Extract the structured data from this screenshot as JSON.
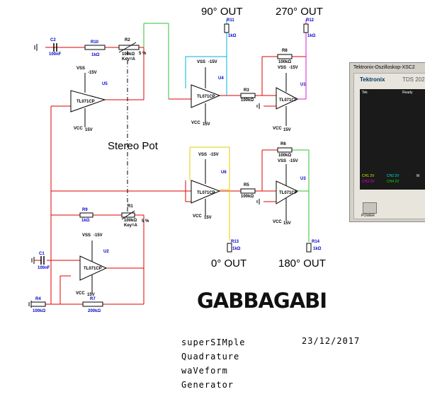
{
  "outputs": {
    "out90": "90° OUT",
    "out270": "270° OUT",
    "out0": "0° OUT",
    "out180": "180° OUT"
  },
  "stereo_pot": "Stereo Pot",
  "logo": "GABBAGABI",
  "date": "23/12/2017",
  "notes": [
    "superSIMple",
    "Quadrature",
    "waVeform",
    "Generator"
  ],
  "components": {
    "c2": {
      "name": "C2",
      "value": "100nF"
    },
    "r10": {
      "name": "R10",
      "value": "1kΩ"
    },
    "r2": {
      "name": "R2",
      "value": "100kΩ",
      "key": "Key=A",
      "pct": "5 %"
    },
    "r11": {
      "name": "R11",
      "value": "1kΩ"
    },
    "r12": {
      "name": "R12",
      "value": "1kΩ"
    },
    "r8": {
      "name": "R8",
      "value": "100kΩ"
    },
    "r3": {
      "name": "R3",
      "value": "100kΩ"
    },
    "r6": {
      "name": "R6",
      "value": "100kΩ"
    },
    "r5": {
      "name": "R5",
      "value": "100kΩ"
    },
    "r9": {
      "name": "R9",
      "value": "1kΩ"
    },
    "r1": {
      "name": "R1",
      "value": "100kΩ",
      "key": "Key=A",
      "pct": "5 %"
    },
    "r13": {
      "name": "R13",
      "value": "1kΩ"
    },
    "r14": {
      "name": "R14",
      "value": "1kΩ"
    },
    "c1": {
      "name": "C1",
      "value": "100nF"
    },
    "r4": {
      "name": "R4",
      "value": "100kΩ"
    },
    "r7": {
      "name": "R7",
      "value": "200kΩ"
    }
  },
  "opamps": {
    "part": "TL071CP",
    "vss": "VSS",
    "vss_val": "-15V",
    "vcc": "VCC",
    "vcc_val": "15V",
    "units": [
      "U5",
      "U4",
      "U1",
      "U6",
      "U3",
      "U2"
    ]
  },
  "scope": {
    "window_title": "Tektronix-Oszilloskop-XSC2",
    "brand": "Tektronix",
    "model": "TDS 202",
    "tek": "Tek",
    "ready": "Ready",
    "ch1": "CH1 2V",
    "ch2": "CH2 2V",
    "ch3": "CH3 2V",
    "ch4": "CH4 2V",
    "m": "M",
    "power": "POWER",
    "trace_colors": [
      "#e6e600",
      "#00e6e6",
      "#e600e6",
      "#00e600"
    ]
  }
}
